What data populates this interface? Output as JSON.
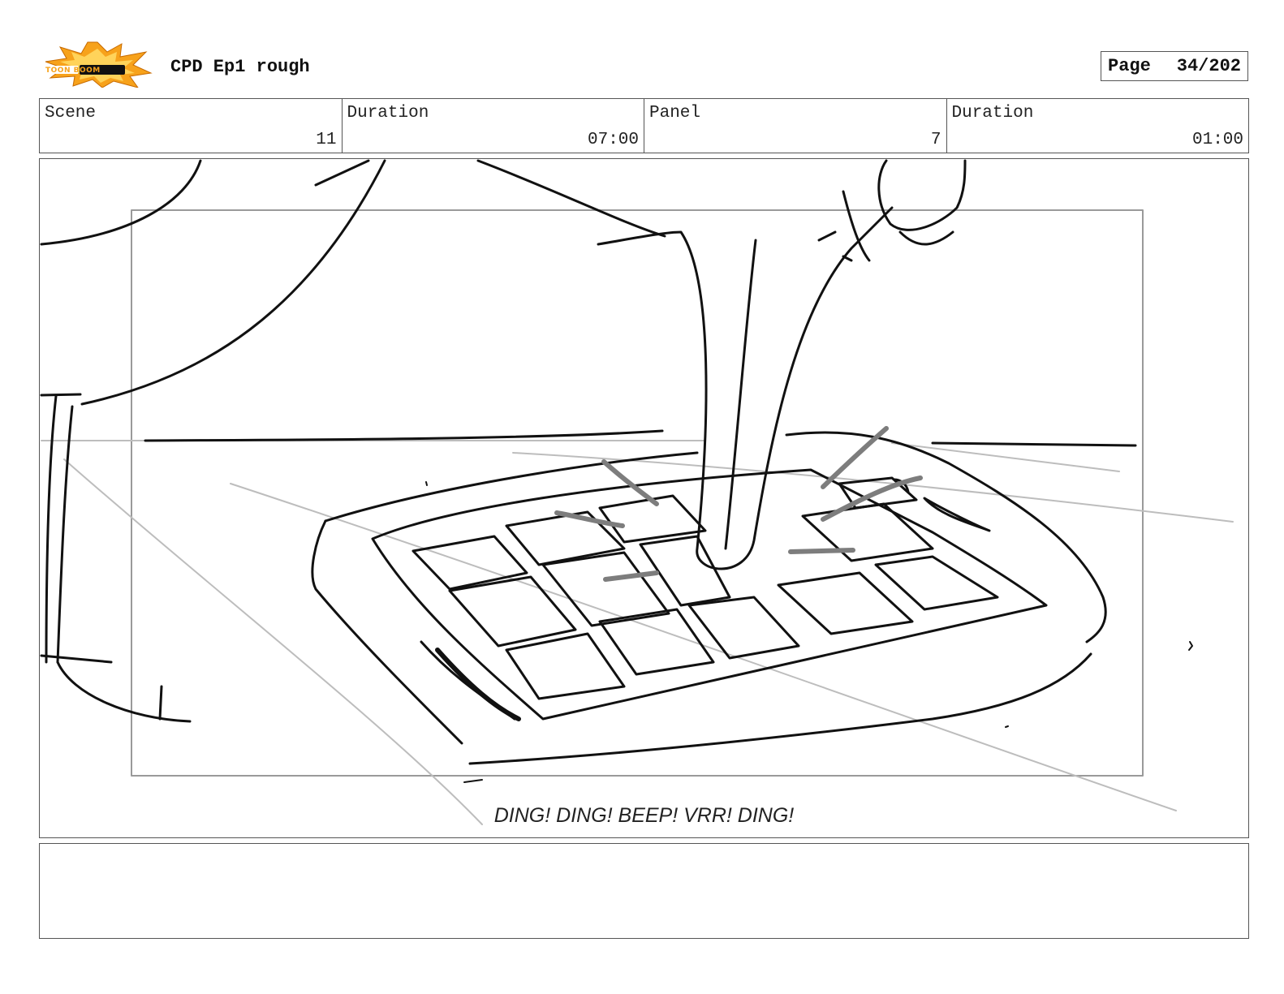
{
  "header": {
    "logo_text": "TOON BOOM",
    "title": "CPD Ep1 rough",
    "page_label": "Page",
    "page_value": "34/202"
  },
  "info": {
    "scene_label": "Scene",
    "scene_value": "11",
    "duration_label": "Duration",
    "duration_value": "07:00",
    "panel_label": "Panel",
    "panel_value": "7",
    "panel_duration_label": "Duration",
    "panel_duration_value": "01:00"
  },
  "panel": {
    "caption": "DING! DING! BEEP! VRR! DING!"
  },
  "notes": {
    "text": ""
  },
  "colors": {
    "logo_burst": "#f7a21b",
    "logo_dark": "#111111",
    "border": "#555555"
  }
}
